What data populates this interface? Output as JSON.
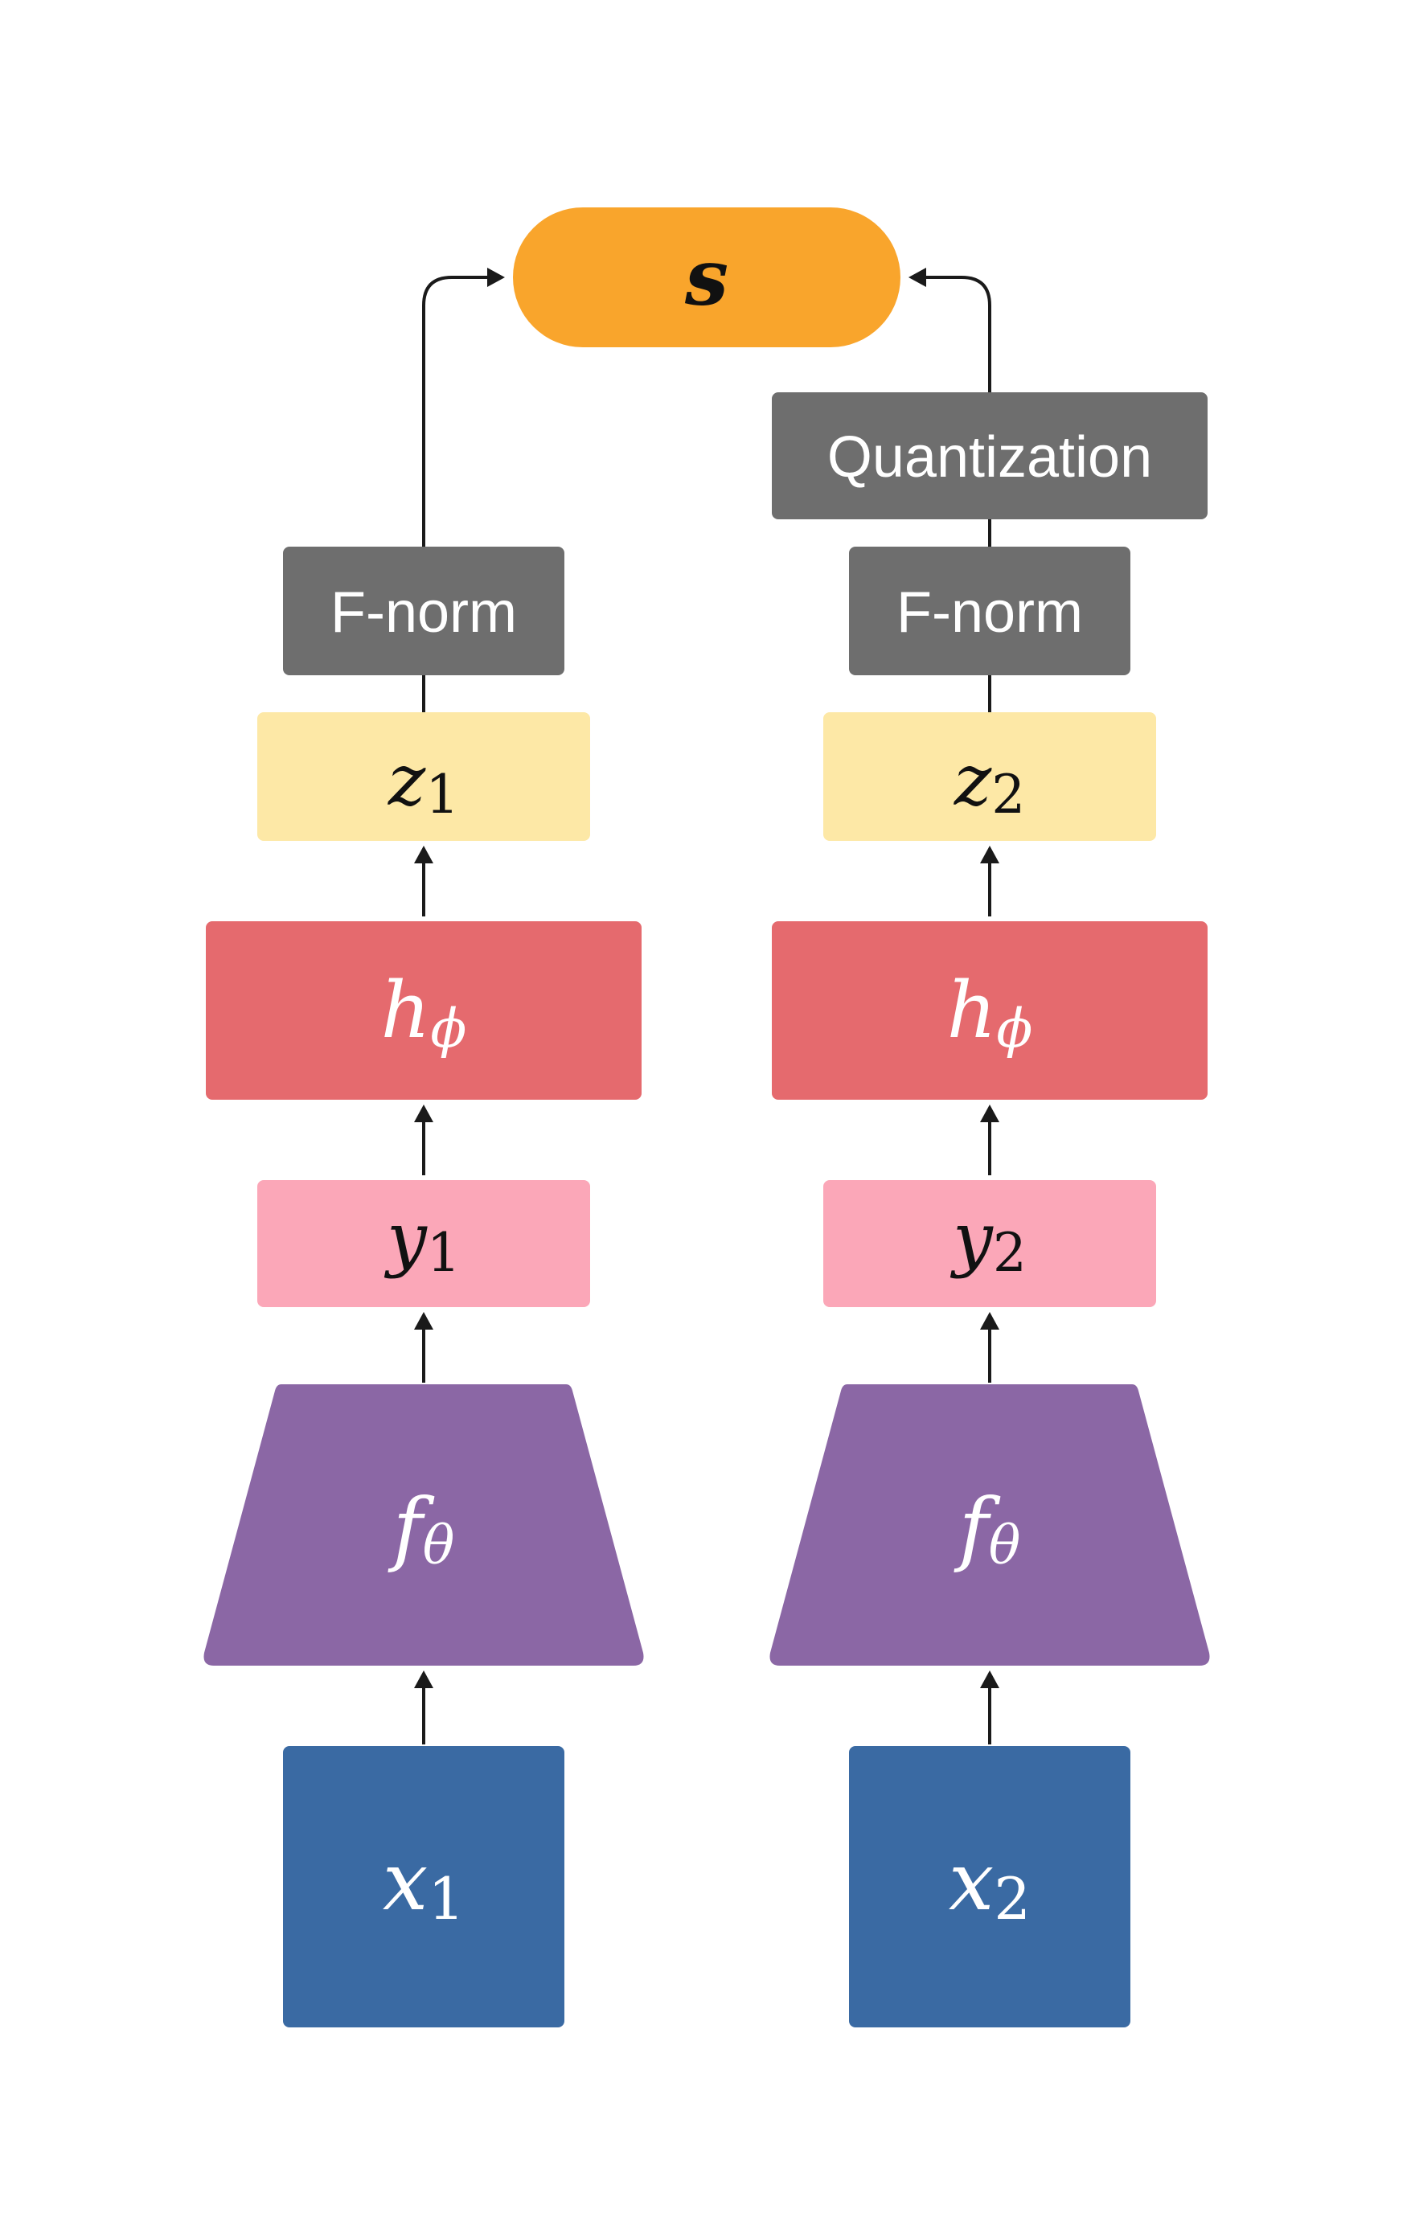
{
  "colors": {
    "output": "#F9A52C",
    "norm": "#6E6E6E",
    "embedding": "#FDE8A6",
    "projector": "#E56A6E",
    "feature": "#FBA7B8",
    "encoder": "#8B67A5",
    "input": "#3A6AA3",
    "arrow": "#1A1A1A"
  },
  "output": {
    "symbol": "s"
  },
  "left_branch": {
    "fnorm_label": "F-norm",
    "z": {
      "base": "z",
      "sub": "1"
    },
    "h": {
      "base": "h",
      "sub": "ϕ"
    },
    "y": {
      "base": "y",
      "sub": "1"
    },
    "f": {
      "base": "f",
      "sub": "θ"
    },
    "x": {
      "base": "x",
      "sub": "1"
    }
  },
  "right_branch": {
    "quantization_label": "Quantization",
    "fnorm_label": "F-norm",
    "z": {
      "base": "z",
      "sub": "2"
    },
    "h": {
      "base": "h",
      "sub": "ϕ"
    },
    "y": {
      "base": "y",
      "sub": "2"
    },
    "f": {
      "base": "f",
      "sub": "θ"
    },
    "x": {
      "base": "x",
      "sub": "2"
    }
  }
}
